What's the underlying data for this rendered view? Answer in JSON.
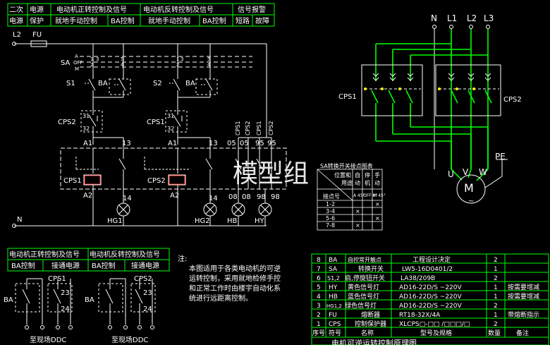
{
  "header_table": {
    "cells": [
      "二次",
      "电源",
      "电动机正转控制及信号",
      "电动机反转控制及信号",
      "信号报警",
      "电源",
      "保护",
      "就地手动控制",
      "BA控制",
      "就地手动控制",
      "BA控制",
      "短路",
      "故障"
    ]
  },
  "main_circuit": {
    "labels": {
      "L2": "L2",
      "FU": "FU",
      "SA": "SA",
      "A": "A",
      "OFF": "OFF",
      "M": "M",
      "S1": "S1",
      "S2": "S2",
      "BA1": "BA",
      "BA2": "BA",
      "contact_labels": [
        "1",
        "5",
        "1",
        "5",
        "3",
        "3",
        "2",
        "4",
        "2",
        "4"
      ],
      "CPS2_top": "CPS2",
      "CPS1_top": "CPS1",
      "c31a": "31",
      "c32a": "32",
      "c31b": "31",
      "c32b": "32",
      "A1a": "A1",
      "13a": "13",
      "A1b": "A1",
      "13b": "13",
      "05a": "05",
      "05b": "05",
      "95a": "95",
      "95b": "95",
      "vlabels": [
        "CPS1",
        "CPS2",
        "CPS1",
        "CPS2"
      ],
      "CPS1_coil": "CPS1",
      "CPS2_coil": "CPS2",
      "A2a": "A2",
      "A2b": "A2",
      "14a": "14",
      "14b": "14",
      "08a": "08",
      "08b": "08",
      "98a": "98",
      "98b": "98",
      "HG1": "HG1",
      "HG2": "HG2",
      "HB": "HB",
      "HY": "HY",
      "N": "N"
    }
  },
  "watermark": "模型组",
  "sa_table": {
    "title": "SA转换开关接点图表",
    "pos_header_1": "位置和",
    "pos_header_2": "用途",
    "contact_no": "接点号",
    "col_auto": [
      "自",
      "动"
    ],
    "col_off": [
      "停",
      "机"
    ],
    "col_manual": [
      "手",
      "动"
    ],
    "angles": [
      "A 45°",
      "OFF 0°",
      "M 45°"
    ],
    "rows": [
      {
        "contacts": "1-2",
        "marks": [
          "",
          "",
          "×"
        ]
      },
      {
        "contacts": "3-4",
        "marks": [
          "×",
          "",
          ""
        ]
      },
      {
        "contacts": "5-6",
        "marks": [
          "",
          "",
          "×"
        ]
      },
      {
        "contacts": "7-8",
        "marks": [
          "×",
          "",
          ""
        ]
      }
    ]
  },
  "power_circuit": {
    "phases": [
      "N",
      "L1",
      "L2",
      "L3"
    ],
    "CPS1": "CPS1",
    "CPS2": "CPS2",
    "PE": "PE",
    "motor": "M",
    "motor_tilde": "~",
    "terminals": [
      "U",
      "V",
      "W"
    ]
  },
  "bottom_left": {
    "row1": [
      "电动机正转控制及信号",
      "电动机反转控制及信号"
    ],
    "row2": [
      "BA控制",
      "接通电源",
      "BA控制",
      "接通电源"
    ],
    "labels": {
      "CPS1": "CPS1",
      "CPS2": "CPS2",
      "BA_a": "BA",
      "BA_b": "BA",
      "n23a": "23",
      "n24a": "24",
      "n23b": "23",
      "n24b": "24",
      "to_ddc_1": "至现场DDC",
      "to_ddc_2": "至现场DDC"
    }
  },
  "notes": {
    "title": "注:",
    "lines": [
      "本图适用于各类电动机的可逆",
      "运转控制，采用就地检修手控",
      "和正常工作时由楼宇自动化系",
      "统进行远距离控制。"
    ]
  },
  "parts_list": {
    "header": [
      "序号",
      "符号",
      "名称",
      "型号及规格",
      "数量",
      "备注"
    ],
    "rows": [
      [
        "8",
        "BA",
        "自控常开触点",
        "工程设计决定",
        "2",
        ""
      ],
      [
        "7",
        "SA",
        "转换开关",
        "LW5-16D0401/2",
        "1",
        ""
      ],
      [
        "6",
        "S1,2",
        "启,停旋钮开关",
        "LA38/209B",
        "2",
        ""
      ],
      [
        "5",
        "HY",
        "黄色信号灯",
        "AD16-22D/S    ~220V",
        "1",
        "按需要增减"
      ],
      [
        "4",
        "HB",
        "蓝色信号灯",
        "AD16-22D/S    ~220V",
        "1",
        "按需要增减"
      ],
      [
        "3",
        "HG1,2",
        "绿色信号灯",
        "AD16-22D/S    ~220V",
        "2",
        ""
      ],
      [
        "2",
        "FU",
        "熔断器",
        "RT18-32X/4A",
        "1",
        "带熔断指示"
      ],
      [
        "1",
        "CPS",
        "控制保护器",
        "XLCPS□-□□  /□□□/□",
        "2",
        ""
      ]
    ],
    "title": "电机可逆运转控制原理图"
  },
  "colors": {
    "wire": "#ffffff",
    "text": "#ffffff",
    "green": "#00ff00",
    "yellow": "#ffff00",
    "red": "#ff3030",
    "table_line": "#00ff00",
    "background": "#000000"
  }
}
